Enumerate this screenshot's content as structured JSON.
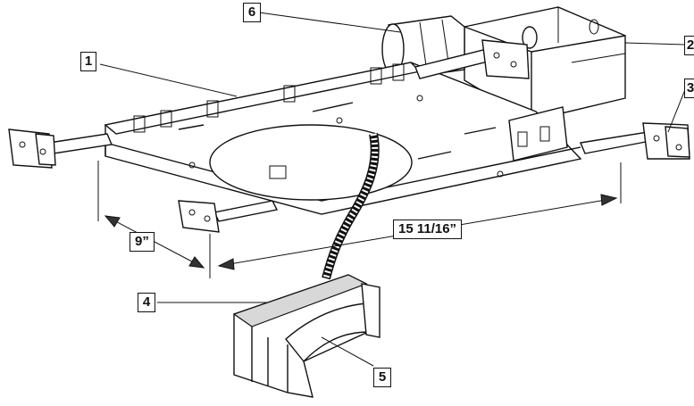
{
  "callouts": {
    "c1": "1",
    "c2": "2",
    "c3": "3",
    "c4": "4",
    "c5": "5",
    "c6": "6"
  },
  "dimensions": {
    "width": "9”",
    "length": "15 11/16”"
  }
}
